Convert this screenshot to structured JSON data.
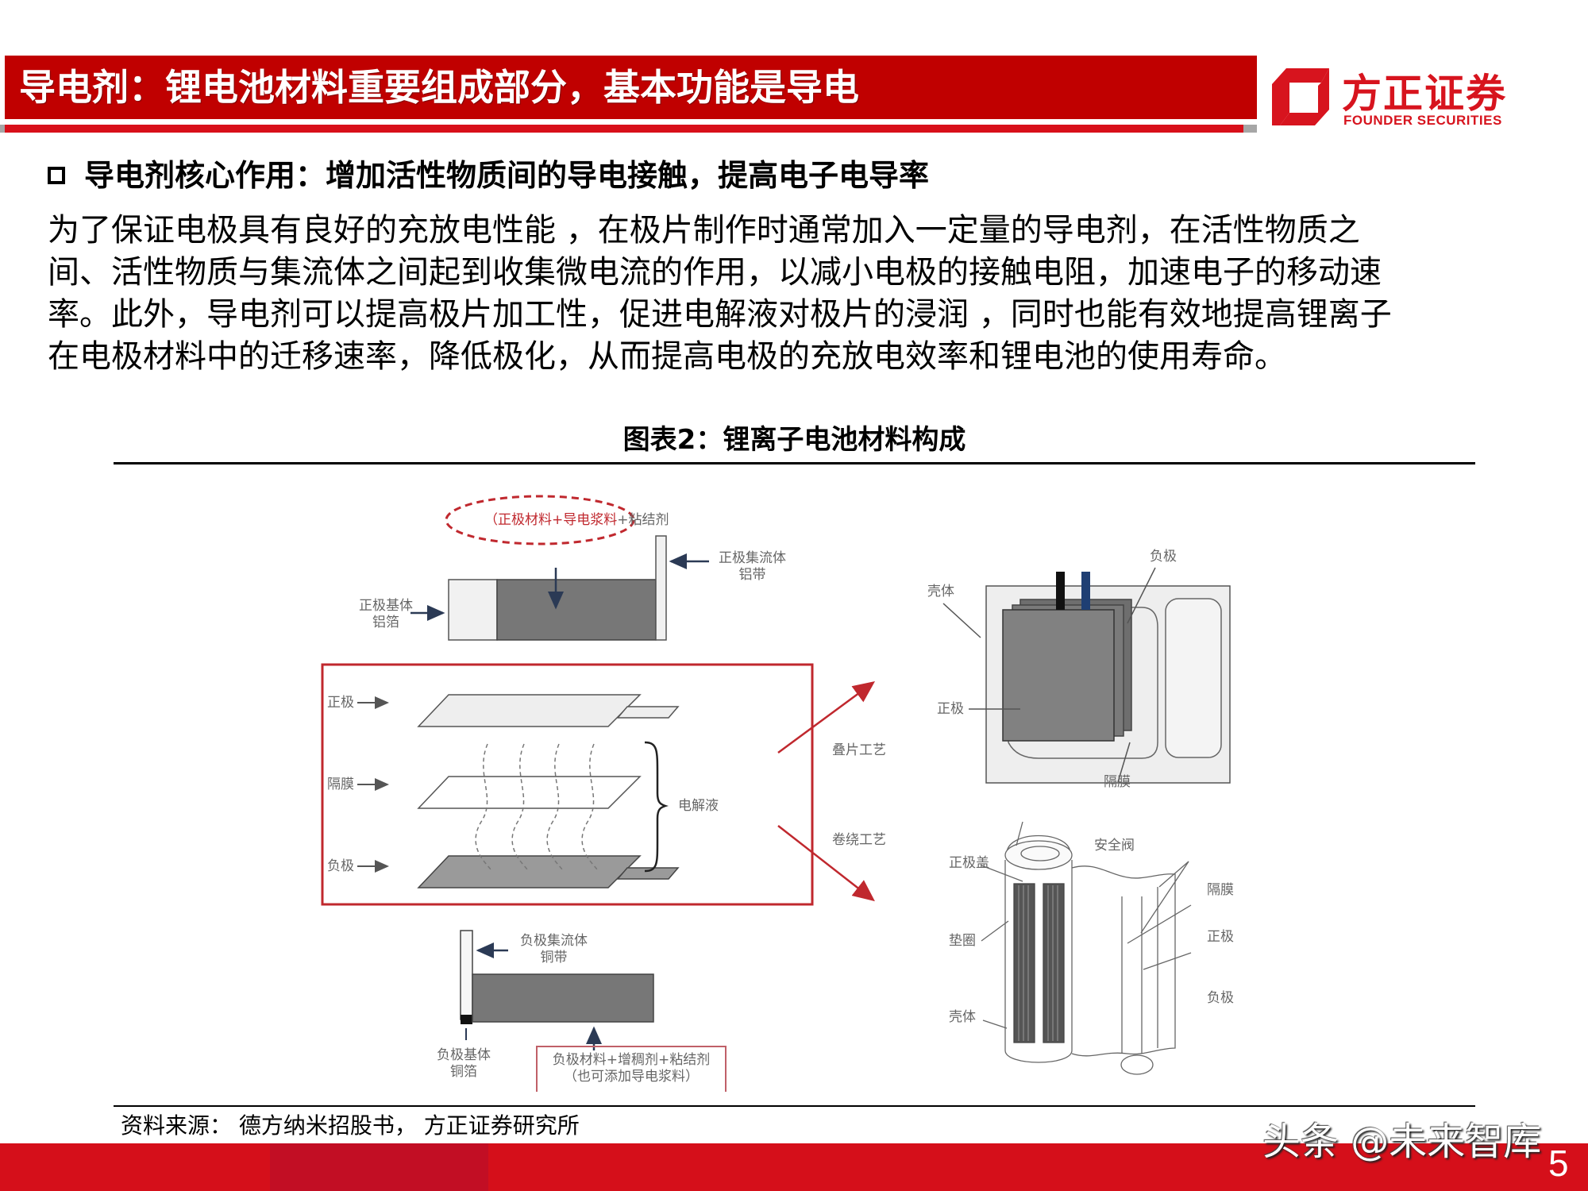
{
  "header": {
    "title": "导电剂：锂电池材料重要组成部分，基本功能是导电",
    "logo": {
      "name_cn": "方正证券",
      "name_en": "FOUNDER SECURITIES",
      "icon": "founder-logo-mark",
      "color": "#d7141e"
    },
    "band_color": "#c00000"
  },
  "section": {
    "bullet_icon": "hollow-square-bullet",
    "heading": "导电剂核心作用：增加活性物质间的导电接触，提高电子电导率",
    "paragraph_lines": [
      "为了保证电极具有良好的充放电性能 ，在极片制作时通常加入一定量的导电剂，在活性物质之",
      "间、活性物质与集流体之间起到收集微电流的作用，以减小电极的接触电阻，加速电子的移动速",
      "率。此外，导电剂可以提高极片加工性，促进电解液对极片的浸润 ，同时也能有效地提高锂离子",
      "在电极材料中的迁移速率，降低极化，从而提高电极的充放电效率和锂电池的使用寿命。"
    ]
  },
  "figure": {
    "caption": "图表2：锂离子电池材料构成",
    "cathode": {
      "slurry_label_highlight": "（正极材料+导电浆料",
      "slurry_label_rest": "+粘结剂",
      "collector_label": [
        "正极集流体",
        "铝带"
      ],
      "substrate_label": [
        "正极基体",
        "铝箔"
      ]
    },
    "stack": {
      "layers": [
        "正极",
        "隔膜",
        "负极"
      ],
      "electrolyte_label": "电解液"
    },
    "processes": [
      "叠片工艺",
      "卷绕工艺"
    ],
    "pouch_cell": {
      "labels": [
        "壳体",
        "负极",
        "正极",
        "隔膜"
      ],
      "tab_colors": [
        "#111111",
        "#1f3f73"
      ]
    },
    "cylindrical_cell": {
      "labels_left": [
        "正极盖",
        "垫圈",
        "壳体"
      ],
      "label_top": "安全阀",
      "labels_right": [
        "隔膜",
        "正极",
        "负极"
      ]
    },
    "anode": {
      "collector_label": [
        "负极集流体",
        "铜带"
      ],
      "substrate_label": [
        "负极基体",
        "铜箔"
      ],
      "slurry_label": [
        "负极材料+增稠剂+粘结剂",
        "（也可添加导电浆料）"
      ]
    }
  },
  "footer": {
    "source": "资料来源： 德方纳米招股书， 方正证券研究所",
    "watermark": "头条 @未来智库",
    "page_number": "5",
    "band_color": "#d50f1a"
  }
}
